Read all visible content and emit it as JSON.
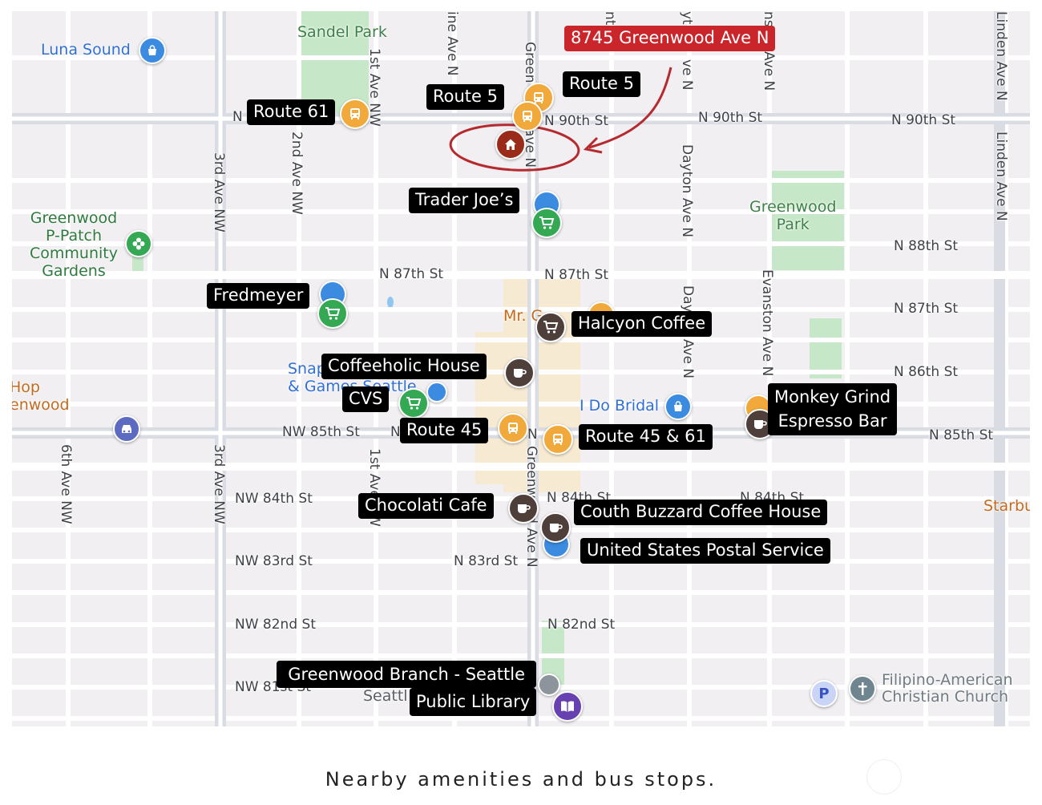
{
  "colors": {
    "bus": "#f0a93a",
    "shop": "#34a853",
    "cafe": "#4f3f3a",
    "home": "#9a2a1a",
    "address_bg": "#c9252b",
    "park": "#c7e8c8",
    "library": "#6741b0",
    "store_blue": "#3b8be0",
    "church": "#6f8590"
  },
  "map": {
    "address": "8745 Greenwood Ave N",
    "tags": {
      "route61": "Route 61",
      "route5_left": "Route 5",
      "route5_right": "Route 5",
      "trader": "Trader Joe’s",
      "fredmeyer": "Fredmeyer",
      "halcyon": "Halcyon Coffee",
      "coffeeholic": "Coffeeholic House",
      "cvs": "CVS",
      "route45": "Route 45",
      "route4561": "Route 45 & 61",
      "monkey1": "Monkey Grind",
      "monkey2": "Espresso Bar",
      "chocolati": "Chocolati Cafe",
      "couth": "Couth Buzzard Coffee House",
      "usps": "United States Postal Service",
      "library1": "Greenwood Branch - Seattle",
      "library2": "Public Library"
    },
    "places": {
      "luna": "Luna Sound",
      "sandel": "Sandel Park",
      "gw_ppatch_1": "Greenwood",
      "gw_ppatch_2": "P-Patch",
      "gw_ppatch_3": "Community",
      "gw_ppatch_4": "Gardens",
      "gw_park_1": "Greenwood",
      "gw_park_2": "Park",
      "snap_1": "Snap",
      "snap_2": "& Games Seattle",
      "hop_1": "Hop",
      "hop_2": "enwood",
      "ido": "I Do Bridal",
      "mr": "Mr. G",
      "starb": "Starbu",
      "filipino_1": "Filipino-American",
      "filipino_2": "Christian Church",
      "seattle_lib": "Seattl"
    },
    "streets": {
      "n90_a": "N 90th St",
      "n90_b": "N 90th St",
      "n90_c": "N 90th St",
      "n90_d": "N",
      "n88": "N 88th St",
      "n87_a": "N 87th St",
      "n87_b": "N 87th St",
      "n87_c": "N 87th St",
      "n86": "N 86th St",
      "nw85": "NW 85th St",
      "n85": "N 85th St",
      "n85_frag": "N",
      "n85_frag2": "N",
      "nw84": "NW 84th St",
      "n84_a": "N 84th St",
      "n84_b": "N 84th St",
      "nw83": "NW 83rd St",
      "n83": "N 83rd St",
      "nw82": "NW 82nd St",
      "n82": "N 82nd St",
      "nw81": "NW 81st St",
      "ave_6": "6th Ave NW",
      "ave_3a": "3rd Ave NW",
      "ave_3b": "3rd Ave NW",
      "ave_2": "2nd Ave NW",
      "ave_1a": "1st Ave NW",
      "ave_1b": "1st Ave NW",
      "palatine": "ine Ave N",
      "greenwood_a": "Green",
      "greenwood_b": "ave N",
      "greenwood_c": "Greenwood Ave N",
      "fremont_frag": "nt",
      "phinney_frag": "yt",
      "ave_n_1": "ve N",
      "ave_n_2": "ns",
      "ave_n_3": "Ave N",
      "dayton_a": "Dayton Ave N",
      "dayton_b": "Dayton Ave N",
      "evanston": "Evanston Ave N",
      "linden_a": "Linden Ave N",
      "linden_b": "Linden Ave N"
    },
    "parking": "P"
  },
  "caption": "Nearby amenities and bus stops."
}
